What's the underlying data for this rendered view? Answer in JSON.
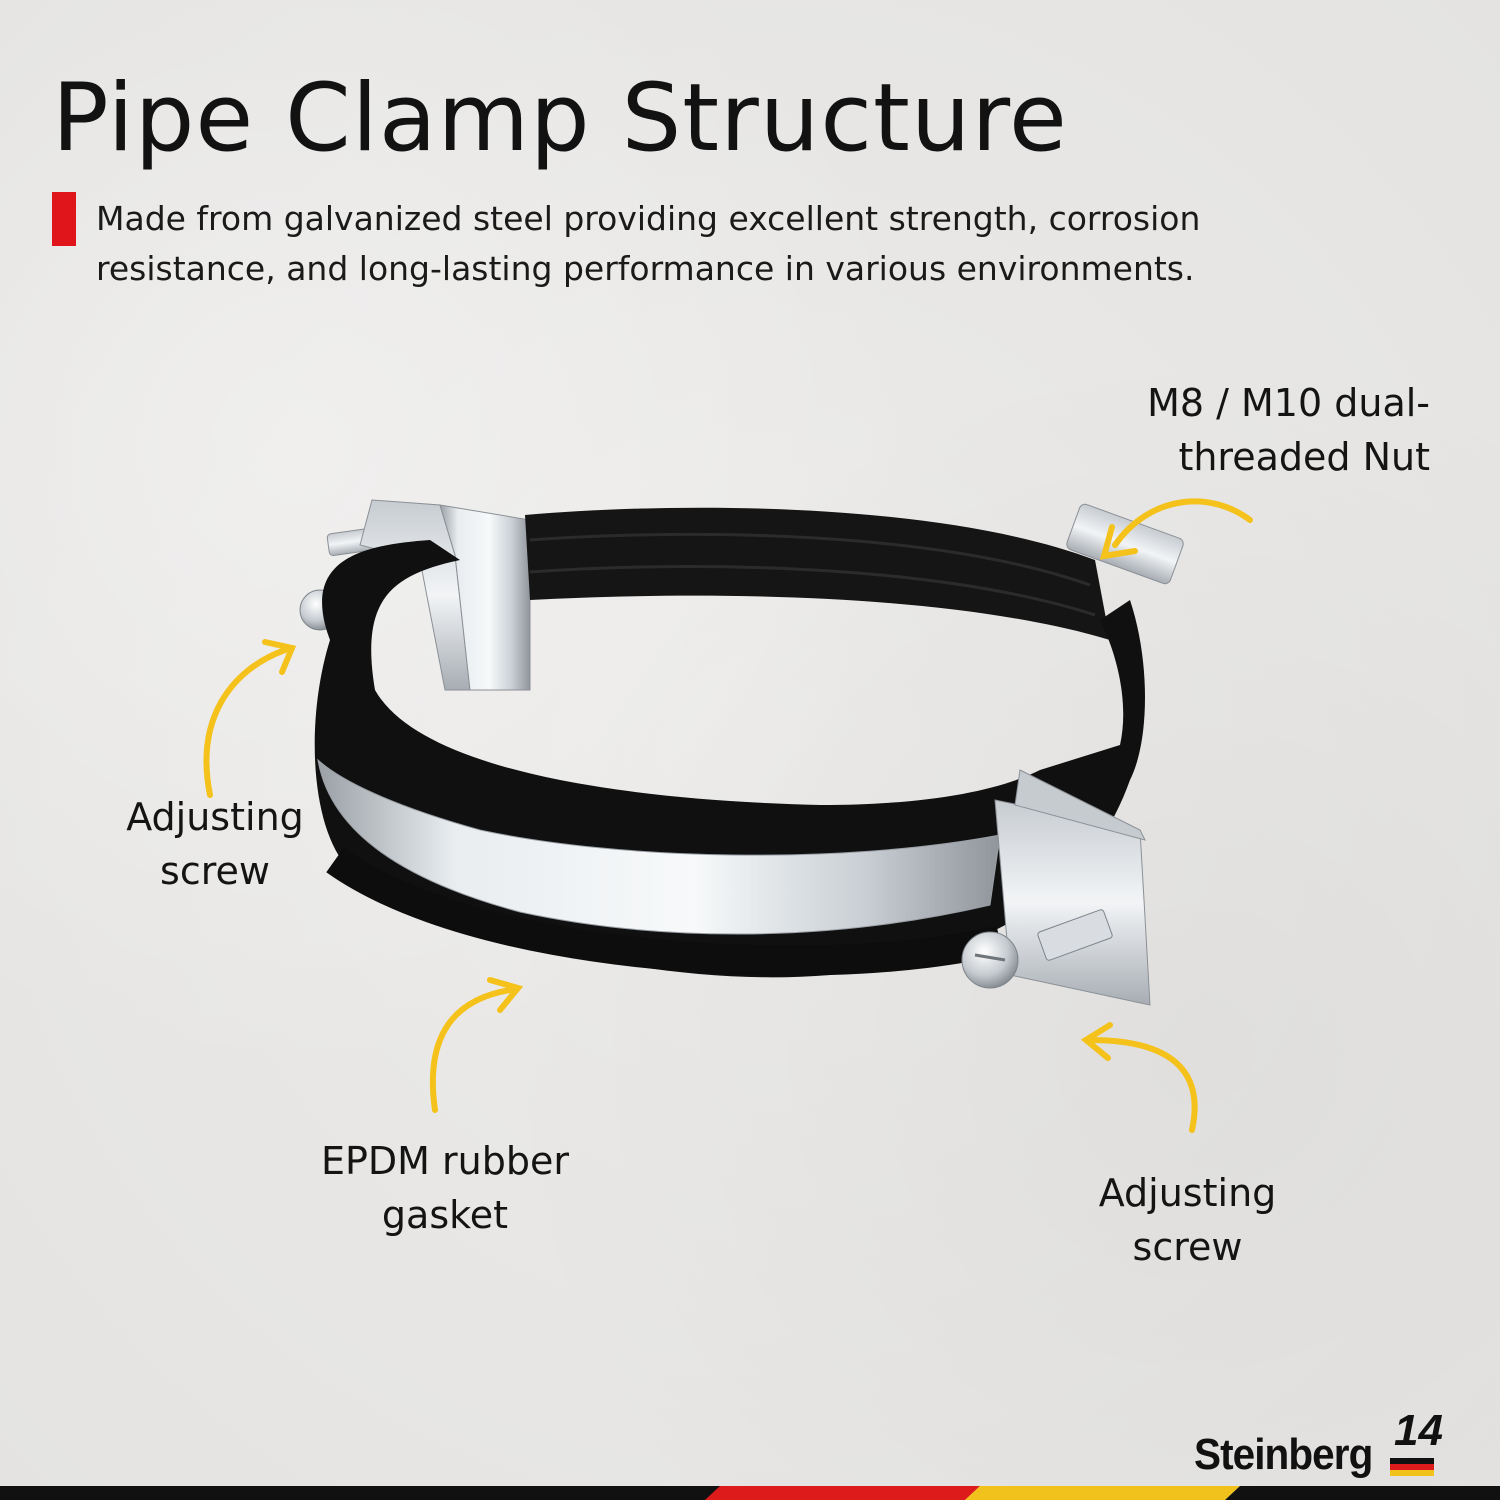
{
  "title": "Pipe Clamp Structure",
  "intro": "Made from galvanized steel providing excellent strength, corrosion resistance, and long-lasting performance in various environments.",
  "callouts": {
    "nut": "M8 / M10 dual-\nthreaded Nut",
    "screw_left": "Adjusting\nscrew",
    "gasket": "EPDM rubber\ngasket",
    "screw_right": "Adjusting\nscrew"
  },
  "brand": {
    "name": "Steinberg",
    "number": "14"
  },
  "colors": {
    "accent_red": "#e0141b",
    "arrow_yellow": "#f4c21a",
    "flag_black": "#111111",
    "flag_red": "#dd1b1b",
    "flag_gold": "#f1c21b",
    "background": "#e9e8e6"
  },
  "icons": [
    "curved-arrow-icon",
    "flag-stripes-icon"
  ]
}
